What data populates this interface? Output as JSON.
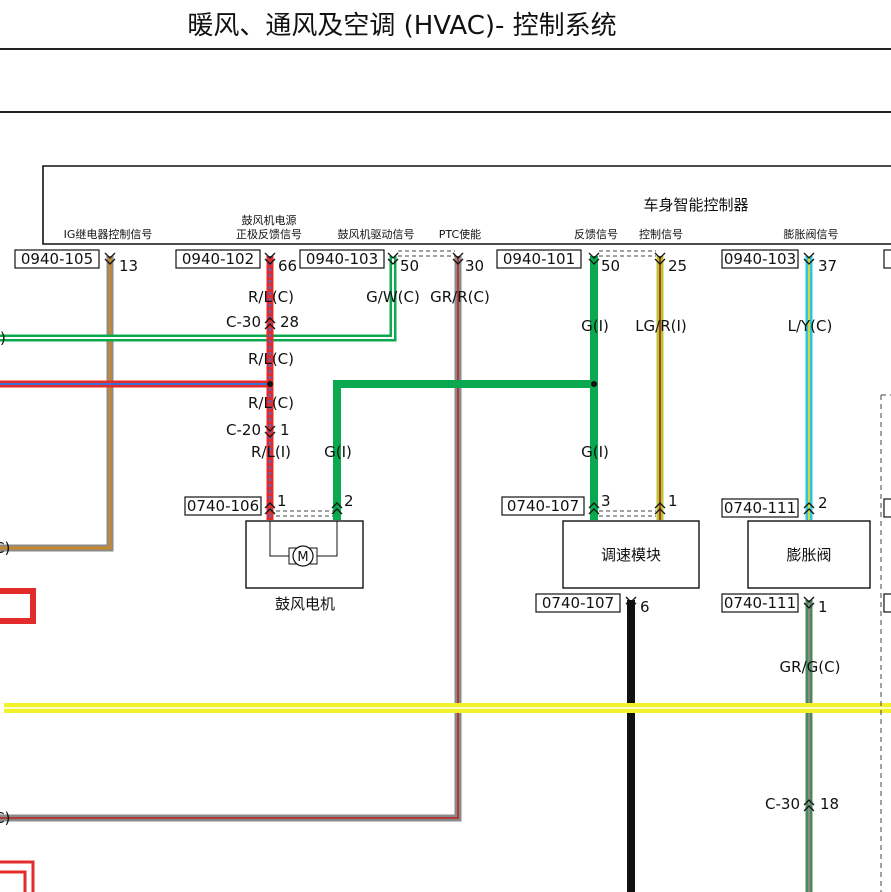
{
  "page_title": "暖风、通风及空调 (HVAC)- 控制系统",
  "controller": {
    "name": "车身智能控制器",
    "signals": {
      "ig": "IG继电器控制信号",
      "blower_power_1": "鼓风机电源",
      "blower_power_2": "正极反馈信号",
      "blower_drive": "鼓风机驱动信号",
      "ptc": "PTC使能",
      "feedback": "反馈信号",
      "control": "控制信号",
      "expansion": "膨胀阀信号"
    }
  },
  "connectors": {
    "c105": {
      "id": "0940-105",
      "pin": "13"
    },
    "c102": {
      "id": "0940-102",
      "pin": "66"
    },
    "c103a": {
      "id": "0940-103",
      "pin": "50"
    },
    "c103a_pin2": "30",
    "c101": {
      "id": "0940-101",
      "pin": "50"
    },
    "c101_pin2": "25",
    "c103b": {
      "id": "0940-103",
      "pin": "37"
    },
    "c106": {
      "id": "0740-106",
      "pin": "1"
    },
    "c106_pin2": "2",
    "c107a": {
      "id": "0740-107",
      "pin": "3"
    },
    "c107a_pin2": "1",
    "c111a": {
      "id": "0740-111",
      "pin": "2"
    },
    "c107b": {
      "id": "0740-107",
      "pin": "6"
    },
    "c111b": {
      "id": "0740-111",
      "pin": "1"
    }
  },
  "wire_labels": {
    "rl_c_1": "R/L(C)",
    "c30_28": "C-30",
    "c30_28_pin": "28",
    "rl_c_2": "R/L(C)",
    "rl_c_3": "R/L(C)",
    "c20_1": "C-20",
    "c20_1_pin": "1",
    "rl_i": "R/L(I)",
    "g_i_blower": "G(I)",
    "gw_c": "G/W(C)",
    "grr_c": "GR/R(C)",
    "g_i_top": "G(I)",
    "g_i_bottom": "G(I)",
    "lgr_i": "LG/R(I)",
    "ly_c": "L/Y(C)",
    "grg_c": "GR/G(C)",
    "c30_18": "C-30",
    "c30_18_pin": "18",
    "left_c1": ")",
    "left_c2": "C)",
    "left_c3": "C)"
  },
  "components": {
    "blower_motor": "鼓风电机",
    "motor_symbol": "M",
    "speed_module": "调速模块",
    "expansion_valve": "膨胀阀"
  },
  "colors": {
    "green": "#0aa84f",
    "red": "#e32b2b",
    "blue": "#3d6fd6",
    "brown": "#c8892e",
    "gray": "#8a8a8a",
    "yellow": "#f2f22a",
    "lime": "#b7c92a",
    "cyan": "#2ec4e0",
    "white": "#ffffff",
    "black": "#111111",
    "dark_red": "#b03a3a"
  }
}
